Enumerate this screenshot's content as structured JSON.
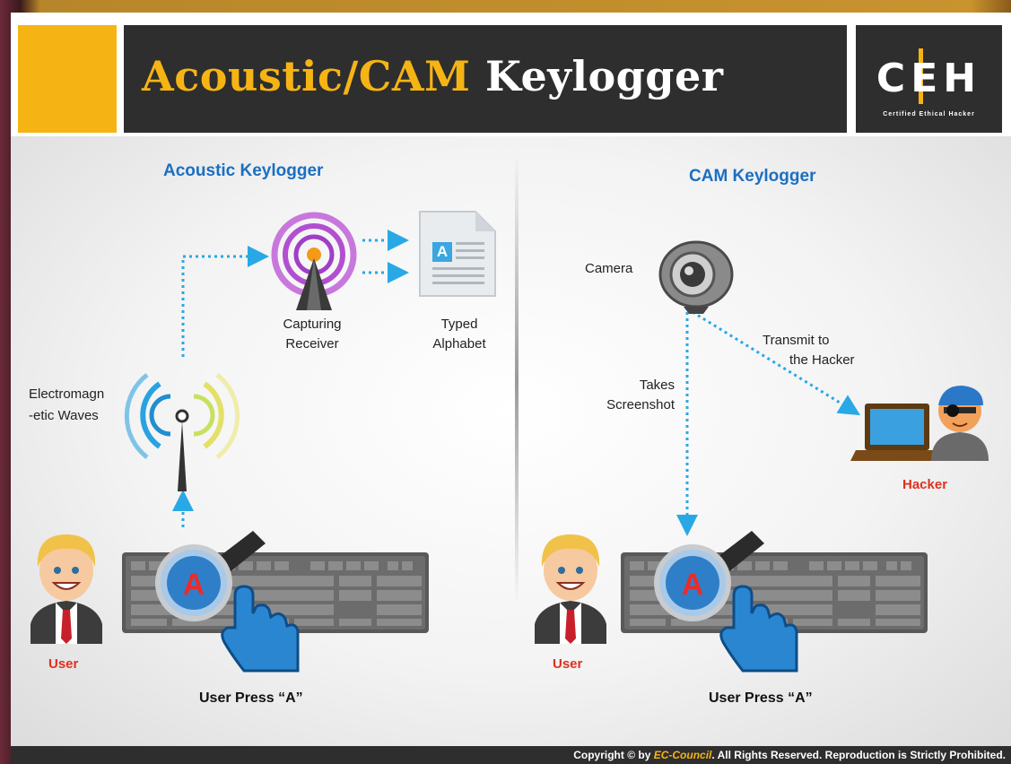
{
  "header": {
    "title_part1": "Acoustic/CAM",
    "title_part2": "Keylogger",
    "logo_letters": "CEH",
    "logo_subtitle": "Certified   Ethical   Hacker"
  },
  "left_panel": {
    "heading": "Acoustic Keylogger",
    "receiver_label_1": "Capturing",
    "receiver_label_2": "Receiver",
    "alphabet_label_1": "Typed",
    "alphabet_label_2": "Alphabet",
    "waves_label_1": "Electromagn",
    "waves_label_2": "-etic Waves",
    "user_label": "User",
    "press_label": "User Press “A”",
    "doc_letter": "A",
    "magnifier_letter": "A"
  },
  "right_panel": {
    "heading": "CAM Keylogger",
    "camera_label": "Camera",
    "transmit_label_1": "Transmit to",
    "transmit_label_2": "the Hacker",
    "screenshot_label_1": "Takes",
    "screenshot_label_2": "Screenshot",
    "hacker_label": "Hacker",
    "user_label": "User",
    "press_label": "User Press “A”",
    "magnifier_letter": "A"
  },
  "footer": {
    "copyright_prefix": "Copyright © by ",
    "brand": "EC-Council",
    "copyright_suffix": ". All Rights Reserved. Reproduction is Strictly Prohibited."
  },
  "colors": {
    "accent_yellow": "#f6b414",
    "dark_bar": "#2e2e2e",
    "heading_blue": "#1b6fc2",
    "label_red": "#e0301e",
    "arrow_blue": "#29a8e6"
  }
}
